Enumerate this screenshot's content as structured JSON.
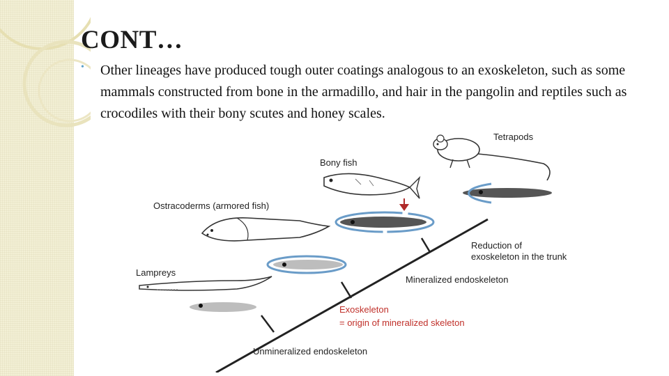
{
  "slide": {
    "title": "CONT…",
    "bullet_text": "Other lineages have produced tough outer coatings analogous to an  exoskeleton, such as some mammals constructed from bone in the armadillo, and hair in the pangolin and reptiles such as crocodiles with their bony scutes and honey scales."
  },
  "diagram": {
    "organisms": {
      "tetrapods": "Tetrapods",
      "bony_fish": "Bony fish",
      "ostracoderms": "Ostracoderms (armored fish)",
      "lampreys": "Lampreys"
    },
    "events": {
      "reduction_line1": "Reduction of",
      "reduction_line2": "exoskeleton in the trunk",
      "mineralized_endoskeleton": "Mineralized endoskeleton",
      "exoskeleton_line1": "Exoskeleton",
      "exoskeleton_line2": "= origin of mineralized skeleton",
      "unmineralized_endoskeleton": "Unmineralized endoskeleton"
    },
    "colors": {
      "exoskeleton_ring": "#6a9cc8",
      "arrow": "#b02a2a",
      "red_label": "#c0302a",
      "dark_body": "#555555",
      "light_body": "#bdbdbd"
    }
  }
}
